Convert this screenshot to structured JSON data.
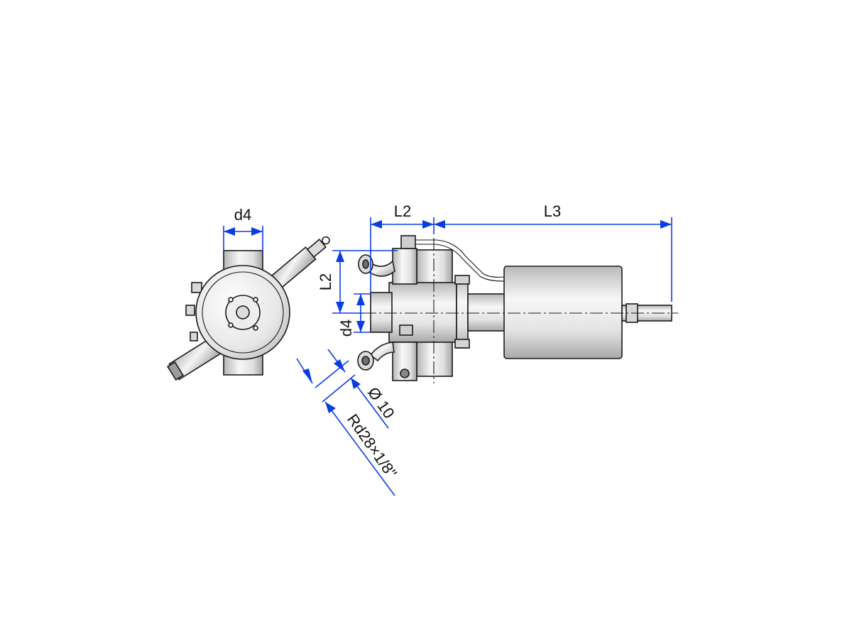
{
  "dimensions": {
    "end_view_d4": "d4",
    "side_L2_horizontal": "L2",
    "side_L3": "L3",
    "side_L2_vertical": "L2",
    "side_d4_vertical": "d4",
    "diameter_nozzle": "Ø 10",
    "thread": "Rd28×1/8\""
  },
  "colors": {
    "dimension": "#0a3de0",
    "outline": "#1a1a1a",
    "metal_light": "#f4f4f4",
    "metal_dark": "#a9a9a9"
  }
}
